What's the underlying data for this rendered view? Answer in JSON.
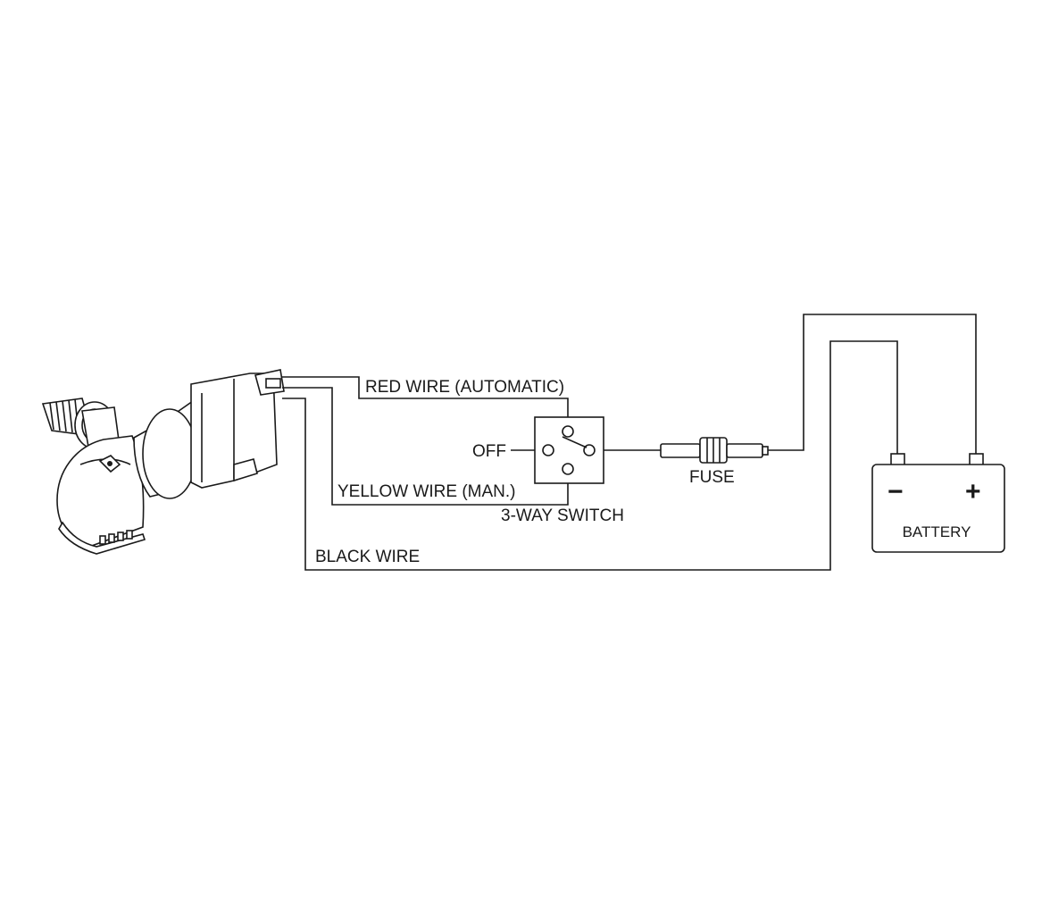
{
  "labels": {
    "red_wire": "RED WIRE (AUTOMATIC)",
    "yellow_wire": "YELLOW WIRE (MAN.)",
    "black_wire": "BLACK WIRE",
    "off": "OFF",
    "switch": "3-WAY SWITCH",
    "fuse": "FUSE",
    "battery": "BATTERY",
    "battery_negative": "−",
    "battery_positive": "+"
  },
  "colors": {
    "line": "#1a1a1a",
    "background": "#ffffff",
    "pump_shade": "#d9d9d9"
  },
  "icons": {
    "pump": "bilge-pump-illustration",
    "switch": "three-way-switch-symbol",
    "fuse": "inline-fuse-holder",
    "battery": "battery-symbol"
  }
}
